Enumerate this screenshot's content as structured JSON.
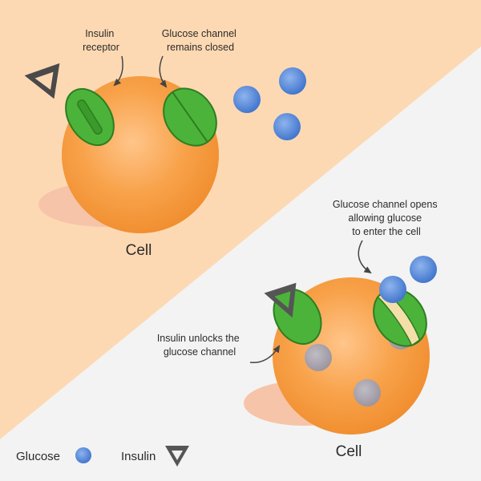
{
  "top_panel": {
    "insulin_receptor_label": [
      "Insulin",
      "receptor"
    ],
    "glucose_channel_label": [
      "Glucose channel",
      "remains closed"
    ],
    "cell_label": "Cell"
  },
  "bottom_panel": {
    "channel_opens_label": [
      "Glucose channel opens",
      "allowing glucose",
      "to enter the cell"
    ],
    "insulin_unlocks_label": [
      "Insulin unlocks the",
      "glucose channel"
    ],
    "cell_label": "Cell"
  },
  "legend": {
    "glucose": "Glucose",
    "insulin": "Insulin"
  },
  "colors": {
    "top_background": "#fdd9b3",
    "bottom_background": "#f3f3f3",
    "cell": "#f7a045",
    "cell_shadow": "#f6c4a8",
    "receptor": "#4cb33a",
    "receptor_dark": "#2e7d22",
    "glucose": "#4f86d8",
    "glucose_inside": "#a8a6ad",
    "insulin": "#5a5a5a"
  }
}
